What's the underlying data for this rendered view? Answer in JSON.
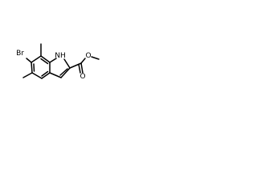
{
  "molecule": {
    "atoms": {
      "bromine": "Br",
      "nh": "NH",
      "ester_o_single": "O",
      "ester_o_double": "O"
    }
  }
}
